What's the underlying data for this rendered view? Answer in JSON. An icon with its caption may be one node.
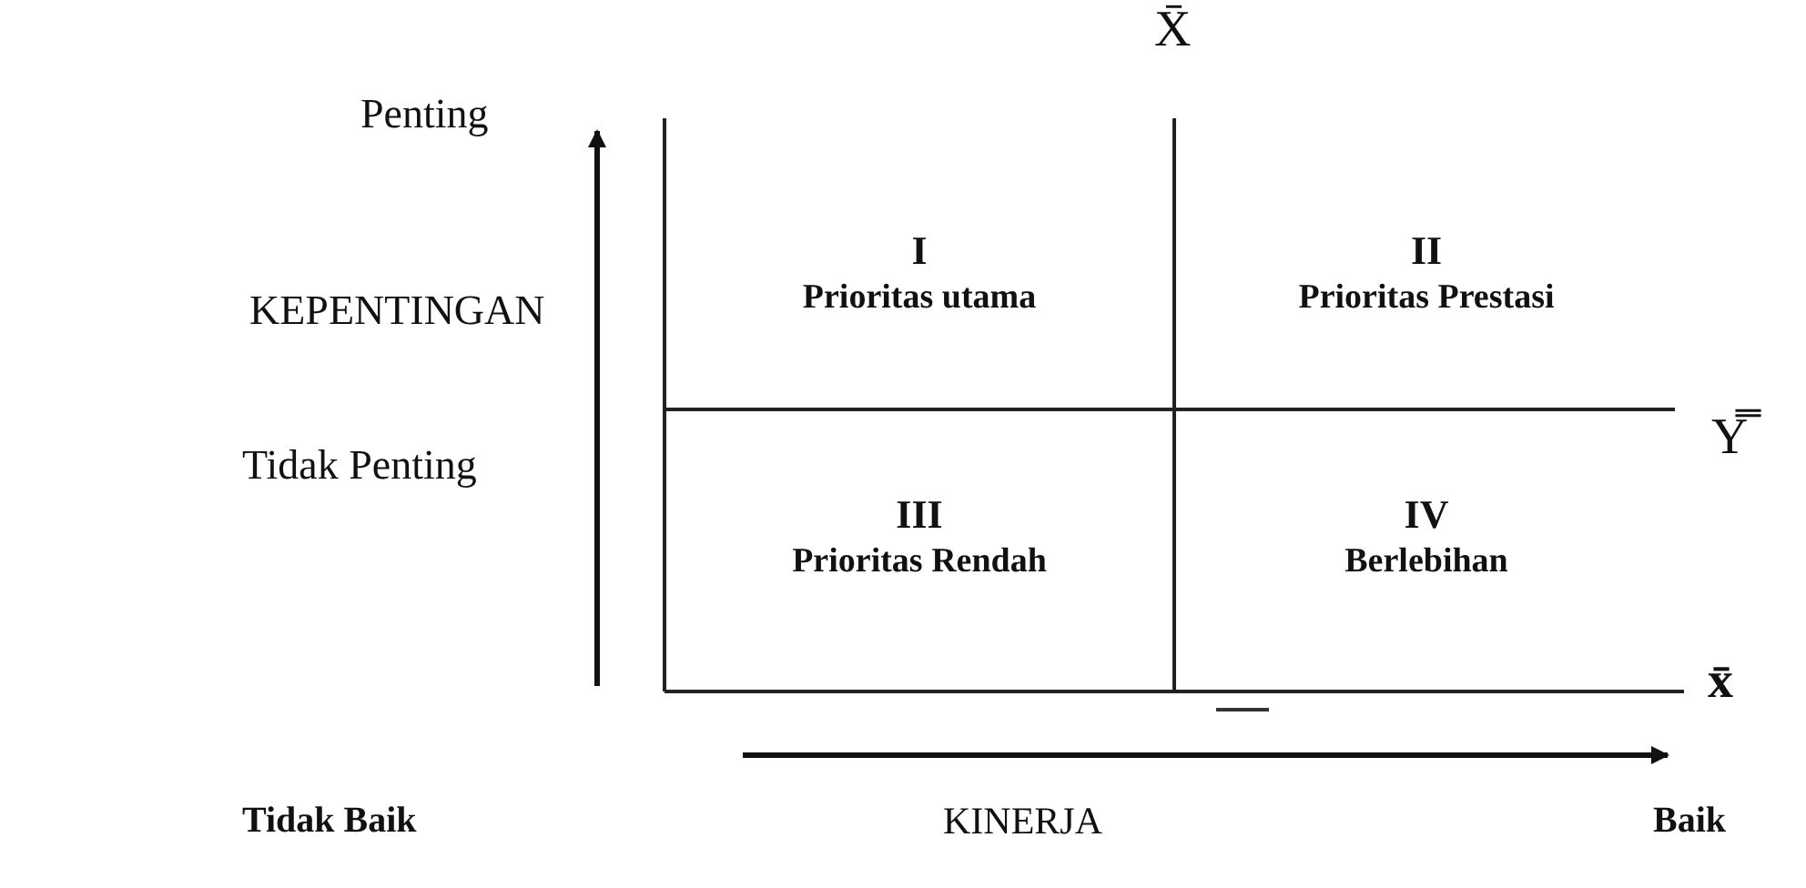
{
  "diagram": {
    "nodes": [
      {
        "text": [
          "I",
          "Prioritas utama"
        ]
      },
      {
        "text": [
          "II",
          "Prioritas Prestasi"
        ]
      },
      {
        "text": [
          "III",
          "Prioritas Rendah"
        ]
      },
      {
        "text": [
          "IV",
          "Berlebihan"
        ]
      }
    ],
    "edges": [],
    "labels": [
      "X̄",
      "Penting",
      "KEPENTINGAN",
      "Tidak Penting",
      "Y̿",
      "x̄",
      "Tidak Baik",
      "KINERJA",
      "Baik"
    ]
  }
}
